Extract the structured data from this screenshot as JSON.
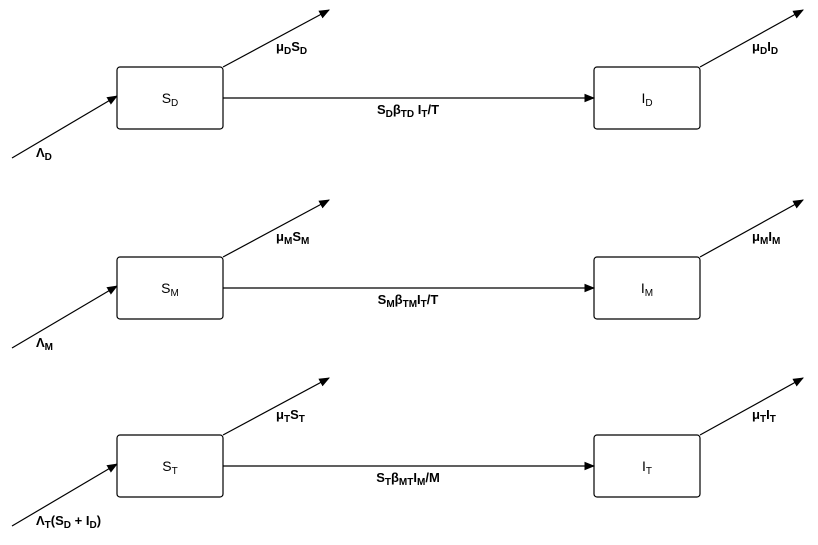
{
  "rows": [
    {
      "id": "D",
      "susceptible": {
        "base": "S",
        "sub": "D"
      },
      "infected": {
        "base": "I",
        "sub": "D"
      },
      "recruitment": [
        {
          "t": "Λ"
        },
        {
          "t": "D",
          "sub": true
        }
      ],
      "death_s": [
        {
          "t": "μ"
        },
        {
          "t": "D",
          "sub": true
        },
        {
          "t": "S"
        },
        {
          "t": "D",
          "sub": true
        }
      ],
      "death_i": [
        {
          "t": "μ"
        },
        {
          "t": "D",
          "sub": true
        },
        {
          "t": "I"
        },
        {
          "t": "D",
          "sub": true
        }
      ],
      "infection": [
        {
          "t": "S"
        },
        {
          "t": "D",
          "sub": true
        },
        {
          "t": "β"
        },
        {
          "t": "TD",
          "sub": true
        },
        {
          "t": " I"
        },
        {
          "t": "T",
          "sub": true
        },
        {
          "t": "/T"
        }
      ]
    },
    {
      "id": "M",
      "susceptible": {
        "base": "S",
        "sub": "M"
      },
      "infected": {
        "base": "I",
        "sub": "M"
      },
      "recruitment": [
        {
          "t": "Λ"
        },
        {
          "t": "M",
          "sub": true
        }
      ],
      "death_s": [
        {
          "t": "μ"
        },
        {
          "t": "M",
          "sub": true
        },
        {
          "t": "S"
        },
        {
          "t": "M",
          "sub": true
        }
      ],
      "death_i": [
        {
          "t": "μ"
        },
        {
          "t": "M",
          "sub": true
        },
        {
          "t": "I"
        },
        {
          "t": "M",
          "sub": true
        }
      ],
      "infection": [
        {
          "t": "S"
        },
        {
          "t": "M",
          "sub": true
        },
        {
          "t": "β"
        },
        {
          "t": "TM",
          "sub": true
        },
        {
          "t": "I"
        },
        {
          "t": "T",
          "sub": true
        },
        {
          "t": "/T"
        }
      ]
    },
    {
      "id": "T",
      "susceptible": {
        "base": "S",
        "sub": "T"
      },
      "infected": {
        "base": "I",
        "sub": "T"
      },
      "recruitment": [
        {
          "t": "Λ"
        },
        {
          "t": "T",
          "sub": true
        },
        {
          "t": "(S"
        },
        {
          "t": "D",
          "sub": true
        },
        {
          "t": " + I"
        },
        {
          "t": "D",
          "sub": true
        },
        {
          "t": ")"
        }
      ],
      "death_s": [
        {
          "t": "μ"
        },
        {
          "t": "T",
          "sub": true
        },
        {
          "t": "S"
        },
        {
          "t": "T",
          "sub": true
        }
      ],
      "death_i": [
        {
          "t": "μ"
        },
        {
          "t": "T",
          "sub": true
        },
        {
          "t": "I"
        },
        {
          "t": "T",
          "sub": true
        }
      ],
      "infection": [
        {
          "t": "S"
        },
        {
          "t": "T",
          "sub": true
        },
        {
          "t": "β"
        },
        {
          "t": "MT",
          "sub": true
        },
        {
          "t": "I"
        },
        {
          "t": "M",
          "sub": true
        },
        {
          "t": "/M"
        }
      ]
    }
  ]
}
